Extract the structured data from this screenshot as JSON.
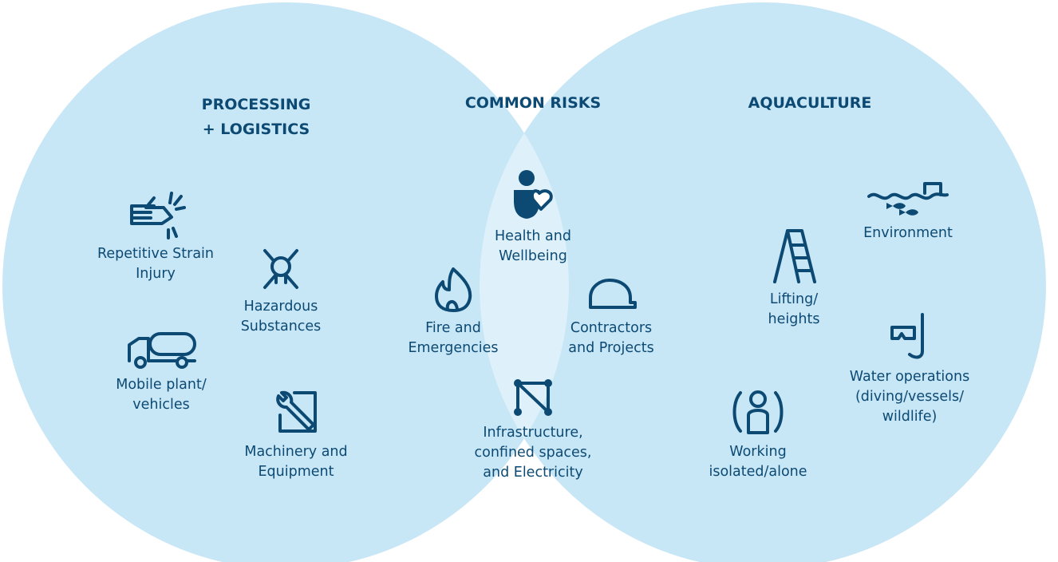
{
  "groups": {
    "left": {
      "title": "PROCESSING\n+ LOGISTICS"
    },
    "center": {
      "title": "COMMON RISKS"
    },
    "right": {
      "title": "AQUACULTURE"
    }
  },
  "left_items": [
    {
      "label": "Repetitive Strain\nInjury",
      "icon": "hand-strain-icon"
    },
    {
      "label": "Hazardous\nSubstances",
      "icon": "hazard-symbol-icon"
    },
    {
      "label": "Mobile plant/\nvehicles",
      "icon": "tanker-truck-icon"
    },
    {
      "label": "Machinery and\nEquipment",
      "icon": "wrench-icon"
    }
  ],
  "center_items": [
    {
      "label": "Health and\nWellbeing",
      "icon": "person-heart-icon"
    },
    {
      "label": "Fire and\nEmergencies",
      "icon": "flame-icon"
    },
    {
      "label": "Contractors\nand Projects",
      "icon": "hard-hat-icon"
    },
    {
      "label": "Infrastructure,\nconfined spaces,\nand Electricity",
      "icon": "network-nodes-icon"
    }
  ],
  "right_items": [
    {
      "label": "Environment",
      "icon": "water-fish-icon"
    },
    {
      "label": "Lifting/\nheights",
      "icon": "ladder-icon"
    },
    {
      "label": "Water operations\n(diving/vessels/\nwildlife)",
      "icon": "snorkel-mask-icon"
    },
    {
      "label": "Working\nisolated/alone",
      "icon": "lone-worker-icon"
    }
  ],
  "colors": {
    "circle": "#c7e6f6",
    "overlap": "#def1fb",
    "text": "#0d4a73"
  }
}
